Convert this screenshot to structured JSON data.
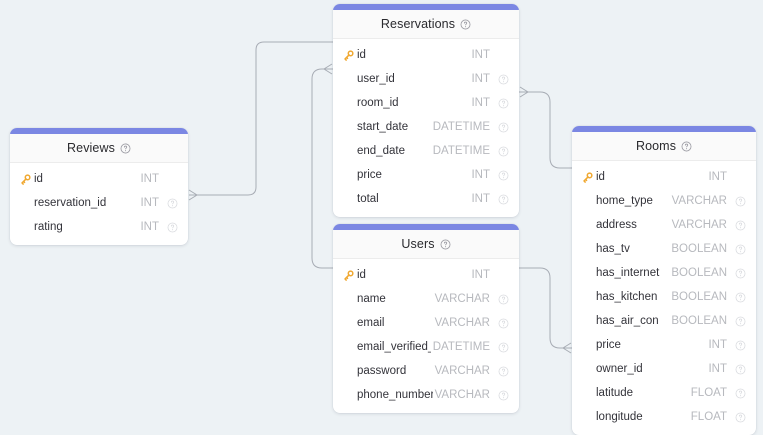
{
  "theme": {
    "background": "#edf2f5",
    "card_background": "#ffffff",
    "accent": "#7b87e3",
    "header_background": "#fafafa",
    "title_color": "#2a2a2e",
    "field_color": "#33333a",
    "type_color": "#b7b9be",
    "key_color": "#f0a830",
    "edge_color": "#a8adb5"
  },
  "icons": {
    "primary_key": "key-icon",
    "info": "question-circle-icon"
  },
  "tables": [
    {
      "id": "reviews",
      "name": "Reviews",
      "fields": [
        {
          "name": "id",
          "type": "INT",
          "primary_key": true,
          "info": false
        },
        {
          "name": "reservation_id",
          "type": "INT",
          "primary_key": false,
          "info": true
        },
        {
          "name": "rating",
          "type": "INT",
          "primary_key": false,
          "info": true
        }
      ]
    },
    {
      "id": "reservations",
      "name": "Reservations",
      "fields": [
        {
          "name": "id",
          "type": "INT",
          "primary_key": true,
          "info": false
        },
        {
          "name": "user_id",
          "type": "INT",
          "primary_key": false,
          "info": true
        },
        {
          "name": "room_id",
          "type": "INT",
          "primary_key": false,
          "info": true
        },
        {
          "name": "start_date",
          "type": "DATETIME",
          "primary_key": false,
          "info": true
        },
        {
          "name": "end_date",
          "type": "DATETIME",
          "primary_key": false,
          "info": true
        },
        {
          "name": "price",
          "type": "INT",
          "primary_key": false,
          "info": true
        },
        {
          "name": "total",
          "type": "INT",
          "primary_key": false,
          "info": true
        }
      ]
    },
    {
      "id": "users",
      "name": "Users",
      "fields": [
        {
          "name": "id",
          "type": "INT",
          "primary_key": true,
          "info": false
        },
        {
          "name": "name",
          "type": "VARCHAR",
          "primary_key": false,
          "info": true
        },
        {
          "name": "email",
          "type": "VARCHAR",
          "primary_key": false,
          "info": true
        },
        {
          "name": "email_verified_at",
          "type": "DATETIME",
          "primary_key": false,
          "info": true
        },
        {
          "name": "password",
          "type": "VARCHAR",
          "primary_key": false,
          "info": true
        },
        {
          "name": "phone_number",
          "type": "VARCHAR",
          "primary_key": false,
          "info": true
        }
      ]
    },
    {
      "id": "rooms",
      "name": "Rooms",
      "fields": [
        {
          "name": "id",
          "type": "INT",
          "primary_key": true,
          "info": false
        },
        {
          "name": "home_type",
          "type": "VARCHAR",
          "primary_key": false,
          "info": true
        },
        {
          "name": "address",
          "type": "VARCHAR",
          "primary_key": false,
          "info": true
        },
        {
          "name": "has_tv",
          "type": "BOOLEAN",
          "primary_key": false,
          "info": true
        },
        {
          "name": "has_internet",
          "type": "BOOLEAN",
          "primary_key": false,
          "info": true
        },
        {
          "name": "has_kitchen",
          "type": "BOOLEAN",
          "primary_key": false,
          "info": true
        },
        {
          "name": "has_air_con",
          "type": "BOOLEAN",
          "primary_key": false,
          "info": true
        },
        {
          "name": "price",
          "type": "INT",
          "primary_key": false,
          "info": true
        },
        {
          "name": "owner_id",
          "type": "INT",
          "primary_key": false,
          "info": true
        },
        {
          "name": "latitude",
          "type": "FLOAT",
          "primary_key": false,
          "info": true
        },
        {
          "name": "longitude",
          "type": "FLOAT",
          "primary_key": false,
          "info": true
        }
      ]
    }
  ],
  "relationships": [
    {
      "id": "reviews-reservations",
      "from_table": "Reviews",
      "from_field": "reservation_id",
      "to_table": "Reservations",
      "to_field": "id"
    },
    {
      "id": "reservations-users",
      "from_table": "Reservations",
      "from_field": "user_id",
      "to_table": "Users",
      "to_field": "id"
    },
    {
      "id": "reservations-rooms",
      "from_table": "Reservations",
      "from_field": "room_id",
      "to_table": "Rooms",
      "to_field": "id"
    },
    {
      "id": "users-rooms",
      "from_table": "Users",
      "from_field": "id",
      "to_table": "Rooms",
      "to_field": "owner_id"
    }
  ]
}
